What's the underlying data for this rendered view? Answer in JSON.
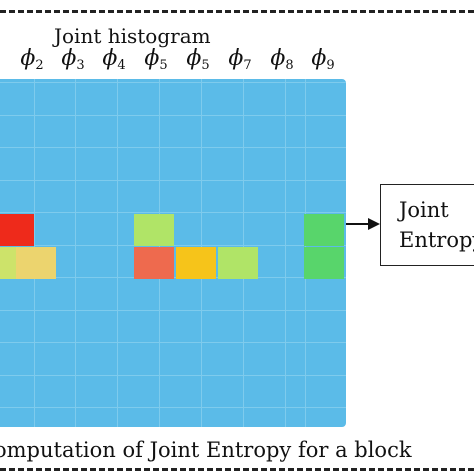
{
  "diagram": {
    "title": "Joint histogram",
    "phi_symbol": "ϕ",
    "phi_subscripts": [
      "2",
      "3",
      "4",
      "5",
      "5",
      "7",
      "8",
      "9"
    ],
    "output_box_lines": [
      "Joint",
      "Entropy"
    ],
    "caption": "omputation of Joint Entropy for a block"
  },
  "colors": {
    "grid_background": "#5bbbe8",
    "red": "#ee2a1b",
    "orange_red": "#ee6a4e",
    "orange": "#f6c41a",
    "light_orange": "#ecd46e",
    "light_green": "#b0e467",
    "green": "#58d56b",
    "yellow_green": "#cde36a"
  },
  "highlighted_cells": [
    {
      "row": 4,
      "col": 0,
      "color": "red"
    },
    {
      "row": 5,
      "col": 0,
      "color": "yellow_green"
    },
    {
      "row": 5,
      "col": 1,
      "color": "light_orange"
    },
    {
      "row": 4,
      "col": 3,
      "color": "light_green"
    },
    {
      "row": 5,
      "col": 3,
      "color": "orange_red"
    },
    {
      "row": 5,
      "col": 4,
      "color": "orange"
    },
    {
      "row": 5,
      "col": 5,
      "color": "light_green"
    },
    {
      "row": 4,
      "col": 7,
      "color": "green"
    },
    {
      "row": 5,
      "col": 7,
      "color": "green"
    }
  ]
}
